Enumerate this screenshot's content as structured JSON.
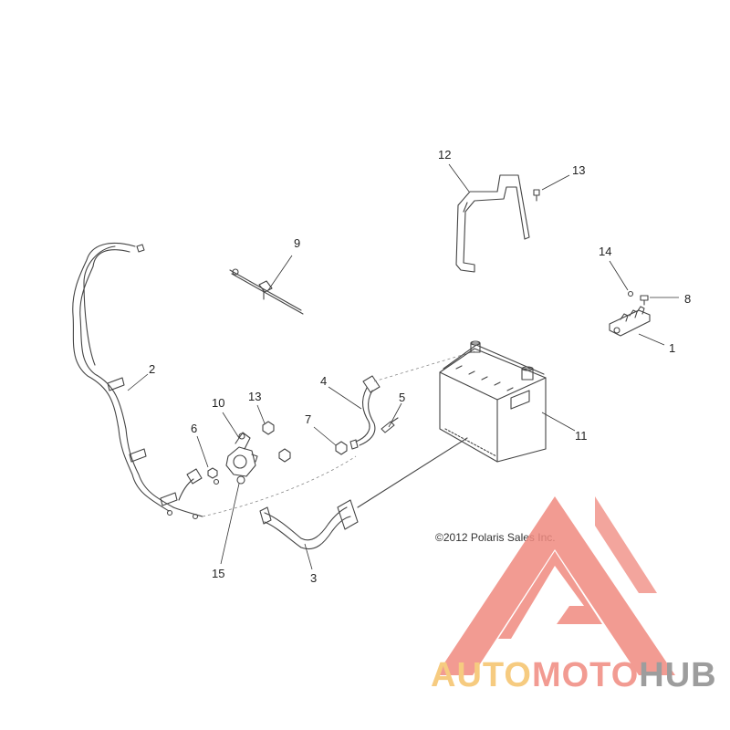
{
  "callouts": [
    {
      "id": "c1",
      "label": "1"
    },
    {
      "id": "c2",
      "label": "2"
    },
    {
      "id": "c3",
      "label": "3"
    },
    {
      "id": "c4",
      "label": "4"
    },
    {
      "id": "c5",
      "label": "5"
    },
    {
      "id": "c6",
      "label": "6"
    },
    {
      "id": "c7",
      "label": "7"
    },
    {
      "id": "c8",
      "label": "8"
    },
    {
      "id": "c9",
      "label": "9"
    },
    {
      "id": "c10",
      "label": "10"
    },
    {
      "id": "c11",
      "label": "11"
    },
    {
      "id": "c12",
      "label": "12"
    },
    {
      "id": "c13a",
      "label": "13"
    },
    {
      "id": "c13b",
      "label": "13"
    },
    {
      "id": "c14",
      "label": "14"
    },
    {
      "id": "c15",
      "label": "15"
    }
  ],
  "copyright": "©2012 Polaris Sales Inc.",
  "watermark": {
    "part_auto": "AUTO",
    "part_moto": "MOTO",
    "part_hub": "HUB",
    "colors": {
      "triangle": "#f08a80",
      "auto": "#f5c26b",
      "moto": "#f08a80",
      "hub": "#8c8c8c"
    }
  }
}
